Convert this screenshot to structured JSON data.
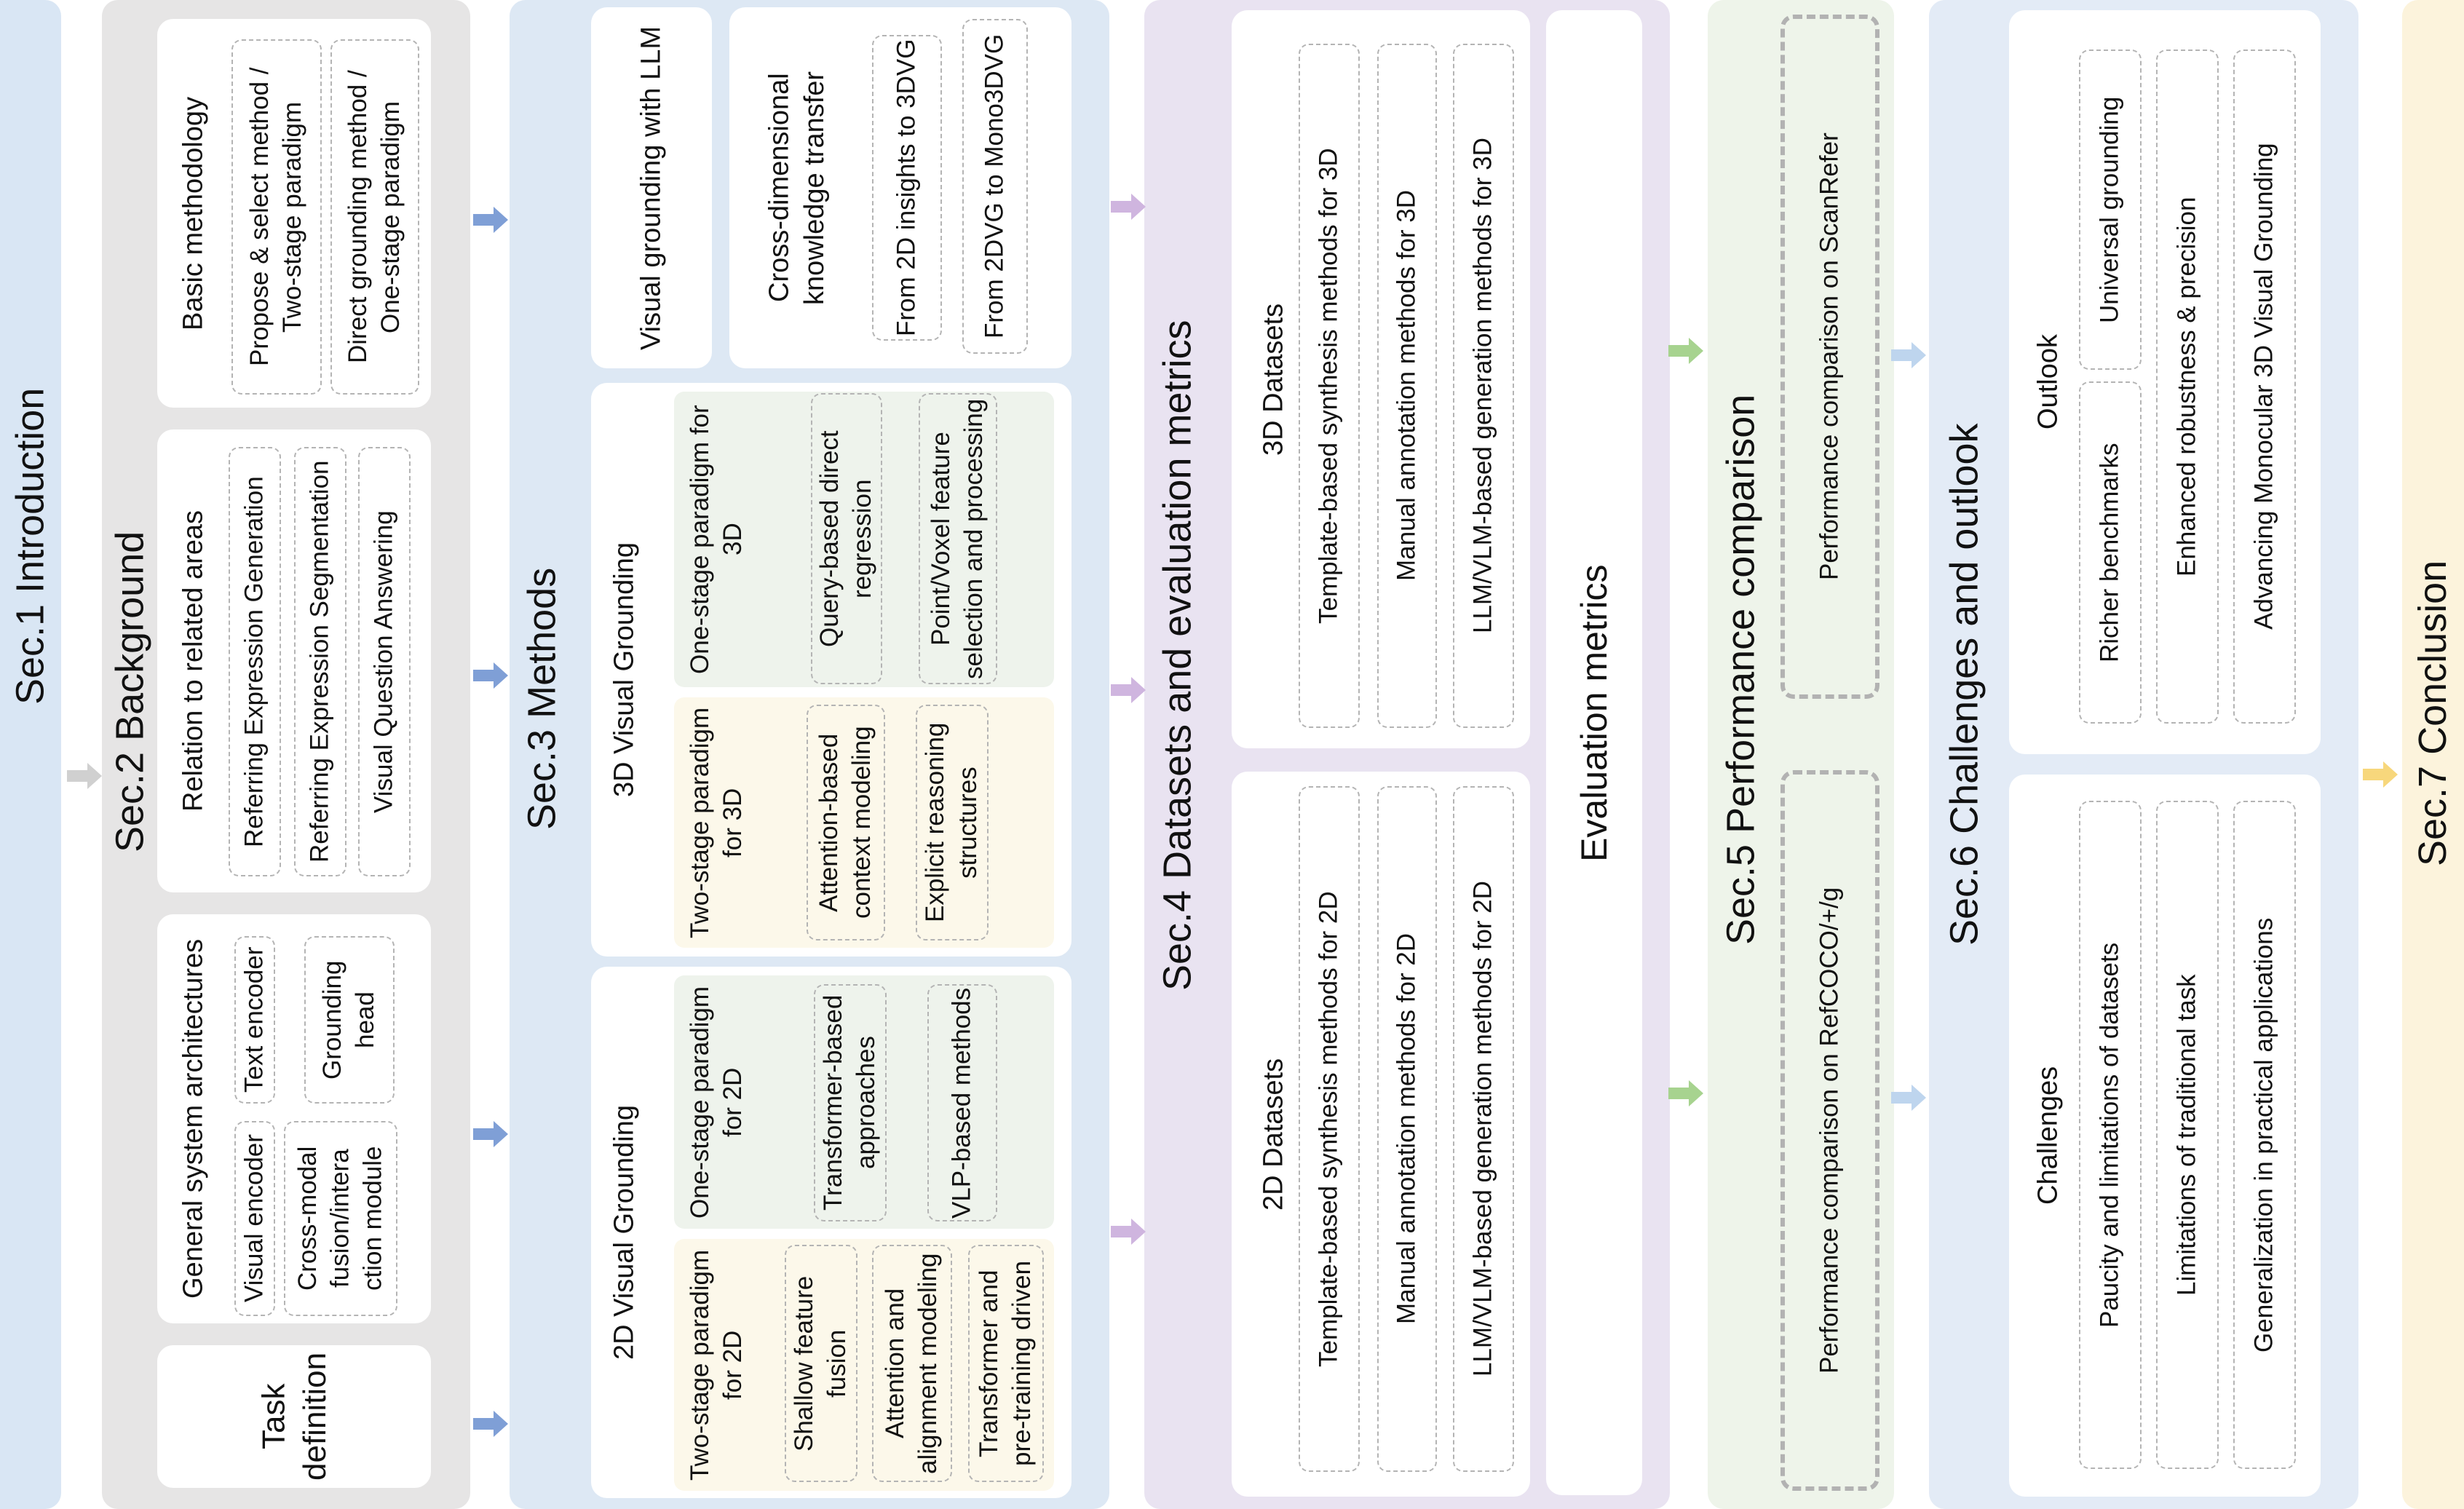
{
  "colors": {
    "introduction_band": "#d9e6f4",
    "background_panel": "#e6e5e5",
    "methods_panel": "#dde8f4",
    "datasets_panel": "#e9e3f1",
    "performance_panel": "#eef4ea",
    "challenges_panel": "#e3ebf6",
    "conclusion_band": "#fcf3dc",
    "arrow_grey": "#d0d0d0",
    "arrow_blue": "#7f9fd6",
    "arrow_purple": "#cfb5df",
    "arrow_green": "#a7d38f",
    "arrow_lightblue": "#bed5ee",
    "arrow_yellow": "#f7d77c"
  },
  "sections": {
    "sec1": {
      "title": "Sec.1 Introduction"
    },
    "sec2": {
      "title": "Sec.2 Background",
      "task_definition": "Task definition",
      "general_architectures": {
        "title": "General system architectures",
        "visual_encoder": "Visual encoder",
        "text_encoder": "Text encoder",
        "cross_modal": "Cross-modal fusion/intera ction module",
        "grounding_head": "Grounding head"
      },
      "related_areas": {
        "title": "Relation to related areas",
        "items": [
          "Referring Expression Generation",
          "Referring Expression Segmentation",
          "Visual Question Answering"
        ]
      },
      "basic_methodology": {
        "title": "Basic methodology",
        "two_stage": "Propose & select method / Two-stage paradigm",
        "one_stage": "Direct grounding method / One-stage paradigm"
      }
    },
    "sec3": {
      "title": "Sec.3 Methods",
      "vg2d": {
        "title": "2D Visual Grounding",
        "two_stage": {
          "title": "Two-stage paradigm for 2D",
          "items": [
            "Shallow feature fusion",
            "Attention and alignment modeling",
            "Transformer and pre-training driven"
          ]
        },
        "one_stage": {
          "title": "One-stage paradigm for 2D",
          "items": [
            "Transformer-based approaches",
            "VLP-based methods"
          ]
        }
      },
      "vg3d": {
        "title": "3D Visual Grounding",
        "two_stage": {
          "title": "Two-stage paradigm for 3D",
          "items": [
            "Attention-based context modeling",
            "Explicit reasoning structures"
          ]
        },
        "one_stage": {
          "title": "One-stage paradigm for 3D",
          "items": [
            "Query-based direct regression",
            "Point/Voxel feature selection and processing"
          ]
        }
      },
      "llm": "Visual grounding with LLM",
      "transfer": {
        "title": "Cross-dimensional knowledge transfer",
        "items": [
          "From 2D insights to 3DVG",
          "From 2DVG to Mono3DVG"
        ]
      }
    },
    "sec4": {
      "title": "Sec.4 Datasets and evaluation metrics",
      "datasets2d": {
        "title": "2D Datasets",
        "items": [
          "Template-based synthesis methods for 2D",
          "Manual annotation methods for 2D",
          "LLM/VLM-based generation methods for 2D"
        ]
      },
      "datasets3d": {
        "title": "3D Datasets",
        "items": [
          "Template-based synthesis methods for 3D",
          "Manual annotation methods for 3D",
          "LLM/VLM-based generation methods for 3D"
        ]
      },
      "metrics": "Evaluation metrics"
    },
    "sec5": {
      "title": "Sec.5 Performance comparison",
      "refcoco": "Performance comparison on RefCOCO/+/g",
      "scanrefer": "Performance comparison on ScanRefer"
    },
    "sec6": {
      "title": "Sec.6 Challenges and outlook",
      "challenges": {
        "title": "Challenges",
        "items": [
          "Paucity and limitations of datasets",
          "Limitations of traditional task",
          "Generalization in practical applications"
        ]
      },
      "outlook": {
        "title": "Outlook",
        "items": [
          "Richer benchmarks",
          "Universal grounding",
          "Enhanced robustness & precision",
          "Advancing Monocular 3D Visual Grounding"
        ]
      }
    },
    "sec7": {
      "title": "Sec.7 Conclusion"
    }
  }
}
